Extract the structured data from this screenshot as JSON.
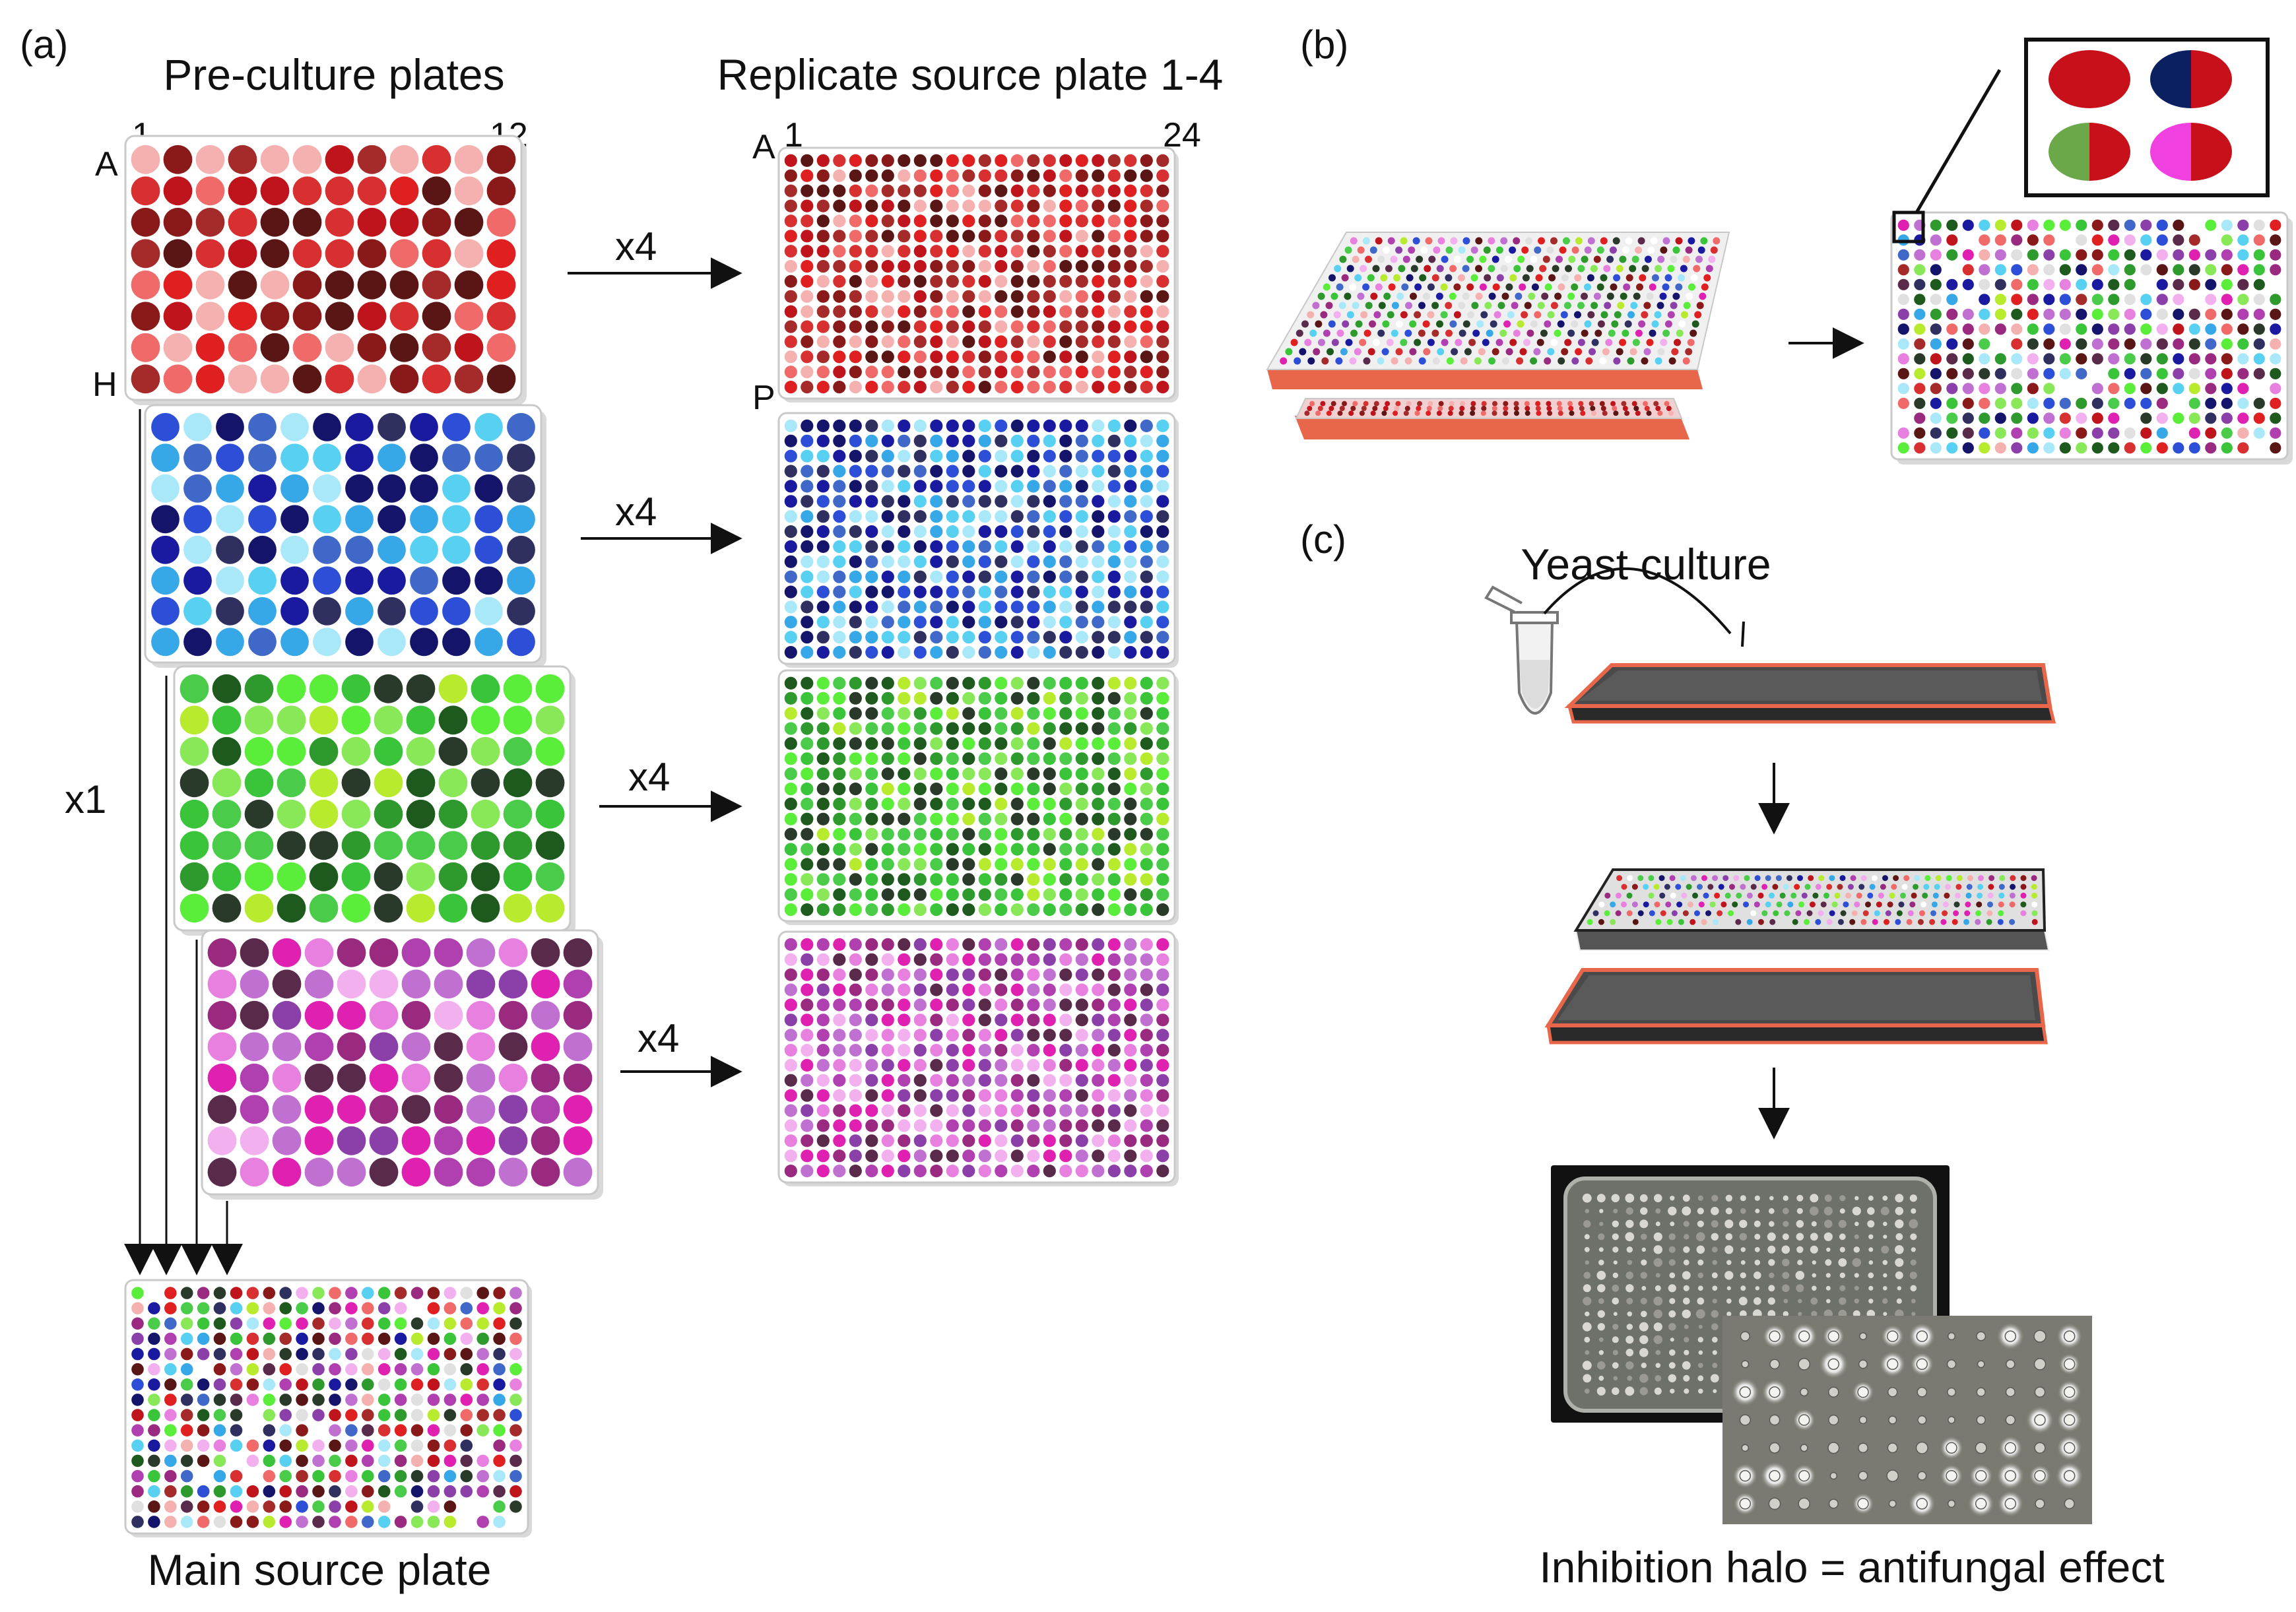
{
  "panel_labels": {
    "a": "(a)",
    "b": "(b)",
    "c": "(c)"
  },
  "panel_a": {
    "pre_culture_title": "Pre-culture plates",
    "replicate_title": "Replicate source plate 1-4",
    "col_first_96": "1",
    "col_last_96": "12",
    "row_first_96": "A",
    "row_last_96": "H",
    "col_first_384": "1",
    "col_last_384": "24",
    "row_first_384": "A",
    "row_last_384": "P",
    "replicate_multiplier": "x4",
    "main_multiplier": "x1",
    "main_source_label": "Main source plate"
  },
  "panel_c": {
    "yeast_label": "Yeast culture",
    "result_label": "Inhibition halo = antifungal effect"
  },
  "colors": {
    "red_series": [
      "#e02020",
      "#c0141c",
      "#8a1a1a",
      "#5a1515",
      "#f06a6a",
      "#f5b0b0",
      "#d83030",
      "#a52a2a"
    ],
    "blue_series": [
      "#1a1aa0",
      "#2d4fd8",
      "#36a8e8",
      "#58d0f2",
      "#a8e8f8",
      "#14146a",
      "#4068c8",
      "#303060"
    ],
    "green_series": [
      "#1e5a1e",
      "#2e9a2e",
      "#3ac43a",
      "#5aee3a",
      "#b8ea2e",
      "#2a3a2a",
      "#4acc4a",
      "#88e858"
    ],
    "magenta_series": [
      "#e020b0",
      "#b040b0",
      "#8a40a8",
      "#5a2a4a",
      "#f2b0ee",
      "#c070d0",
      "#9a2a80",
      "#e880e0"
    ],
    "plate_base_orange": "#e8674a",
    "plate_dark": "#3a3a3a"
  }
}
